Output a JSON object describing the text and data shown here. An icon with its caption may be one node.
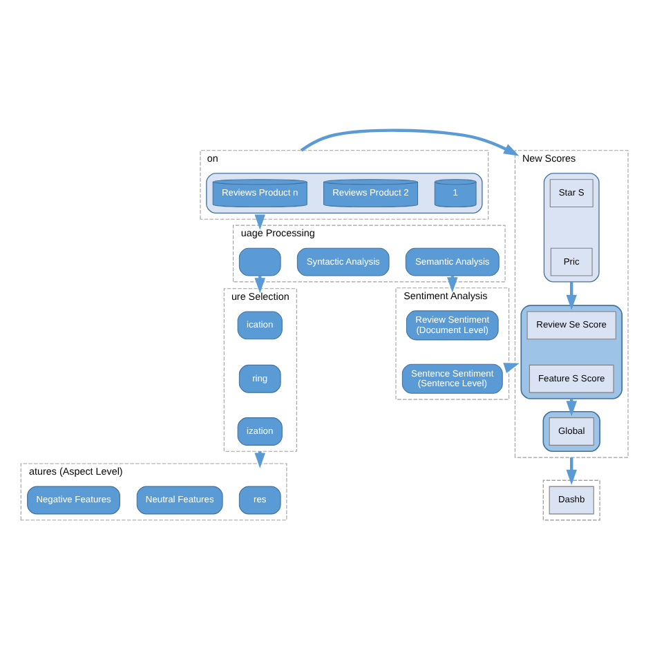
{
  "diagram": {
    "nodes": [
      {
        "text": [
          "on"
        ]
      },
      {
        "text": [],
        "shape": "box",
        "in": 0
      },
      {
        "text": [
          "1"
        ],
        "in": 1
      },
      {
        "text": [
          "Reviews Product 2"
        ],
        "in": 1
      },
      {
        "text": [
          "Reviews Product n"
        ],
        "in": 1
      },
      {
        "text": [
          "uage Processing"
        ]
      },
      {
        "text": [],
        "shape": "box",
        "in": 5
      },
      {
        "text": [
          "Syntactic Analysis"
        ],
        "in": 5
      },
      {
        "text": [
          "Semantic Analysis"
        ],
        "in": 5
      },
      {
        "text": [
          "ure Selection"
        ]
      },
      {
        "text": [
          "ication"
        ],
        "in": 9
      },
      {
        "text": [
          "ring"
        ],
        "in": 9
      },
      {
        "text": [
          "ization"
        ],
        "in": 9
      },
      {
        "text": [
          "Sentiment Analysis"
        ]
      },
      {
        "text": [
          "Review Sentiment",
          "(Document Level)"
        ],
        "in": 13
      },
      {
        "text": [
          "Sentence Sentiment",
          "(Sentence Level)"
        ],
        "in": 13
      },
      {
        "text": [
          "atures (Aspect Level)"
        ]
      },
      {
        "text": [
          "res"
        ],
        "in": 16
      },
      {
        "text": [
          "Neutral Features"
        ],
        "in": 16
      },
      {
        "text": [
          "Negative Features"
        ],
        "in": 16
      },
      {
        "text": [
          "New Scores"
        ]
      },
      {
        "text": [],
        "shape": "box",
        "in": 20
      },
      {
        "text": [
          "Star S"
        ],
        "in": 21
      },
      {
        "text": [
          "Pric"
        ],
        "in": 21
      },
      {
        "text": [],
        "shape": "ellipse",
        "in": 20
      },
      {
        "text": [
          "Review Se Score"
        ],
        "in": 24
      },
      {
        "text": [
          "Feature S Score"
        ],
        "in": 24
      },
      {
        "text": [],
        "shape": "ellipse",
        "in": 20
      },
      {
        "text": [
          "Global"
        ],
        "in": 27
      },
      {
        "text": [],
        "shape": "box"
      },
      {
        "text": [
          "Dashb"
        ],
        "in": 29
      }
    ],
    "edges": [
      {
        "from": 0,
        "to": 5,
        "arrow": "to"
      },
      {
        "from": 6,
        "to": 9,
        "arrow": "to"
      },
      {
        "from": 8,
        "to": 13,
        "arrow": "to"
      },
      {
        "from": 9,
        "to": 16,
        "arrow": "to"
      },
      {
        "from": 0,
        "to": 20,
        "arrow": "to"
      },
      {
        "from": 13,
        "to": 20,
        "arrow": "to"
      },
      {
        "from": 21,
        "to": 24,
        "arrow": "to"
      },
      {
        "from": 24,
        "to": 27,
        "arrow": "to"
      },
      {
        "from": 20,
        "to": 29,
        "arrow": "to"
      }
    ]
  }
}
